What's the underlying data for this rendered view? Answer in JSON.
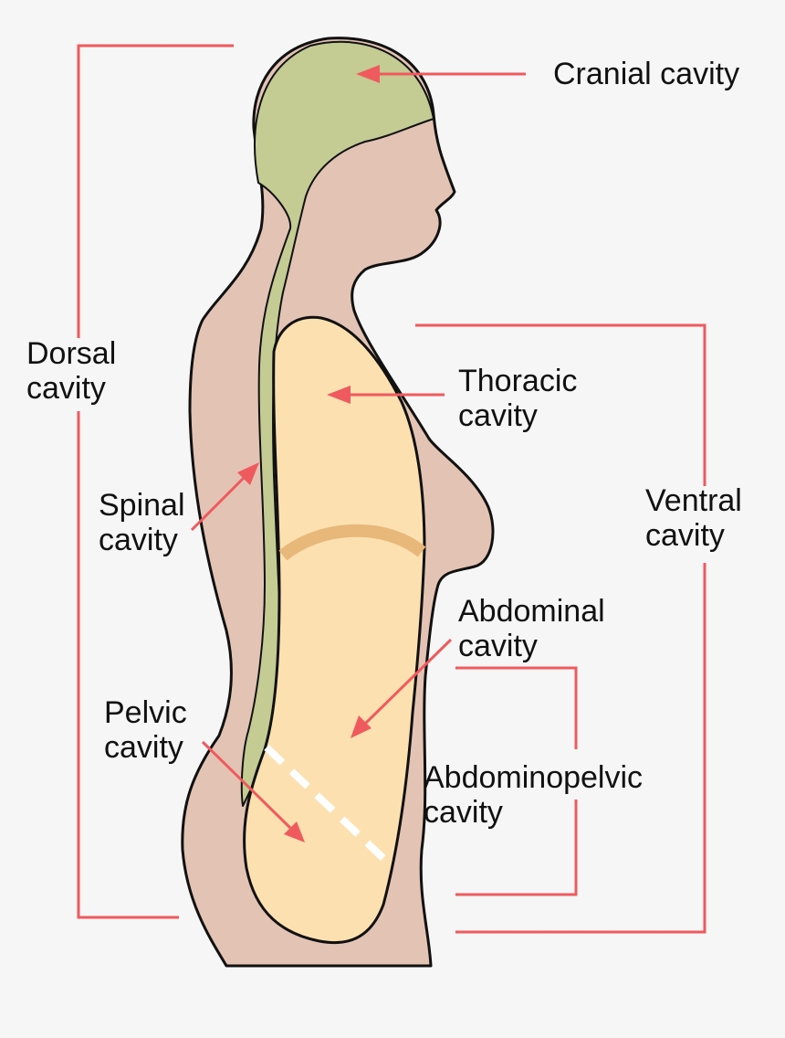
{
  "colors": {
    "background": "#f6f6f6",
    "body_fill": "#e3c4b4",
    "cranial_spinal_fill": "#c4cc94",
    "ventral_fill": "#fde0b0",
    "diaphragm": "#e8b87a",
    "outline": "#111111",
    "brackets_arrows": "#ef5a5e",
    "divider_dashes": "#ffffff"
  },
  "labels": {
    "cranial": [
      "Cranial cavity"
    ],
    "dorsal": [
      "Dorsal",
      "cavity"
    ],
    "thoracic": [
      "Thoracic",
      "cavity"
    ],
    "spinal": [
      "Spinal",
      "cavity"
    ],
    "ventral": [
      "Ventral",
      "cavity"
    ],
    "abdominal": [
      "Abdominal",
      "cavity"
    ],
    "pelvic": [
      "Pelvic",
      "cavity"
    ],
    "abdominopelvic": [
      "Abdominopelvic",
      "cavity"
    ]
  }
}
